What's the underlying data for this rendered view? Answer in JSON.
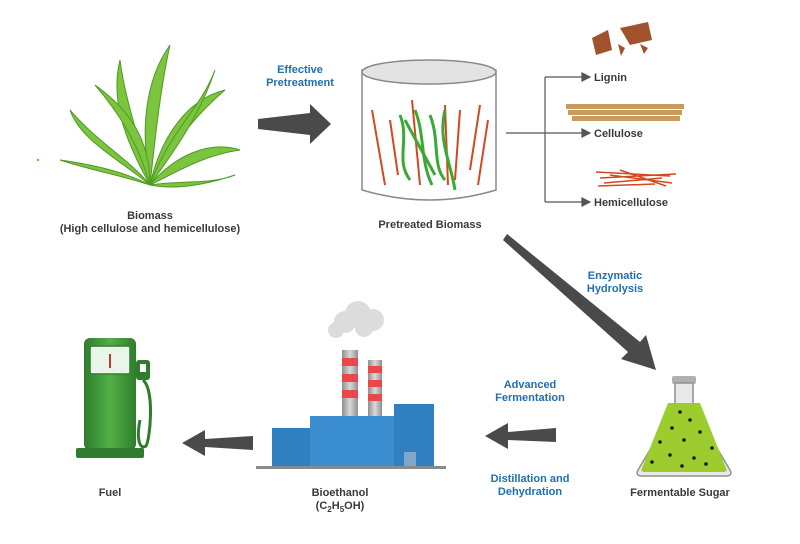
{
  "stages": {
    "biomass": {
      "title": "Biomass",
      "subtitle": "(High cellulose and hemicellulose)"
    },
    "pretreated": {
      "title": "Pretreated Biomass"
    },
    "sugar": {
      "title": "Fermentable Sugar"
    },
    "bioethanol": {
      "title": "Bioethanol",
      "formula": {
        "open": "(C",
        "n1": "2",
        "mid": "H",
        "n2": "5",
        "close": "OH)"
      }
    },
    "fuel": {
      "title": "Fuel"
    }
  },
  "steps": {
    "pretreatment": {
      "line1": "Effective",
      "line2": "Pretreatment"
    },
    "hydrolysis": {
      "line1": "Enzymatic",
      "line2": "Hydrolysis"
    },
    "fermentation": {
      "line1": "Advanced",
      "line2": "Fermentation"
    },
    "distillation": {
      "line1": "Distillation and",
      "line2": "Dehydration"
    }
  },
  "components": [
    "Lignin",
    "Cellulose",
    "Hemicellulose"
  ],
  "colors": {
    "step_text": "#1f6fb2",
    "stage_text": "#3a3a3a",
    "arrow": "#4a4a4a",
    "plant": "#7cc43d",
    "sugar_liquid": "#9ccc2e",
    "factory": "#2f7fc1",
    "pump": "#3f9a3a",
    "lignin": "#a0522d",
    "cellulose": "#c89a5b",
    "hemicellulose": "#d2491f"
  }
}
